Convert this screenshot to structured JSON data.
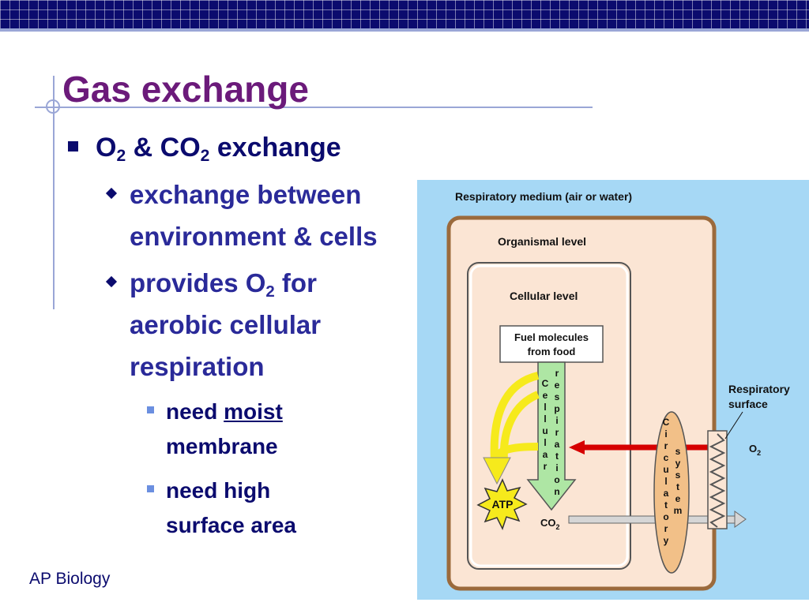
{
  "slide": {
    "title": "Gas exchange",
    "footer": "AP Biology"
  },
  "bullets": {
    "main": {
      "o": "O",
      "sub1": "2",
      "mid": " & CO",
      "sub2": "2",
      "end": " exchange"
    },
    "sub_a": {
      "line1": "exchange between",
      "line2": "environment & cells"
    },
    "sub_b": {
      "pre": "provides O",
      "sub": "2",
      "post": " for",
      "line2": "aerobic cellular",
      "line3": "respiration"
    },
    "subsub_a": {
      "pre": "need ",
      "underlined": "moist",
      "line2": "membrane"
    },
    "subsub_b": {
      "line1": "need high",
      "line2": "surface area"
    }
  },
  "figure": {
    "respiratory_medium": "Respiratory medium (air or water)",
    "organismal_level": "Organismal level",
    "cellular_level": "Cellular level",
    "fuel_line1": "Fuel molecules",
    "fuel_line2": "from food",
    "cellular_letters": [
      "C",
      "e",
      "l",
      "l",
      "u",
      "l",
      "a",
      "r"
    ],
    "respiration_letters": [
      "r",
      "e",
      "s",
      "p",
      "i",
      "r",
      "a",
      "t",
      "i",
      "o",
      "n"
    ],
    "circulatory_letters": [
      "C",
      "i",
      "r",
      "c",
      "u",
      "l",
      "a",
      "t",
      "o",
      "r",
      "y"
    ],
    "system_letters": [
      "s",
      "y",
      "s",
      "t",
      "e",
      "m"
    ],
    "atp": "ATP",
    "co2_label": "CO",
    "co2_sub": "2",
    "o2_label": "O",
    "o2_sub": "2",
    "resp_surface_line1": "Respiratory",
    "resp_surface_line2": "surface"
  },
  "colors": {
    "title": "#6b1a7a",
    "text": "#0b0b6e",
    "figure_bg": "#a6d8f5",
    "organism_fill": "#fbe5d4",
    "arrow_green": "#aee6a4",
    "arrow_yellow": "#f6ea1c",
    "arrow_red": "#d60000",
    "circulatory": "#f2c088"
  }
}
